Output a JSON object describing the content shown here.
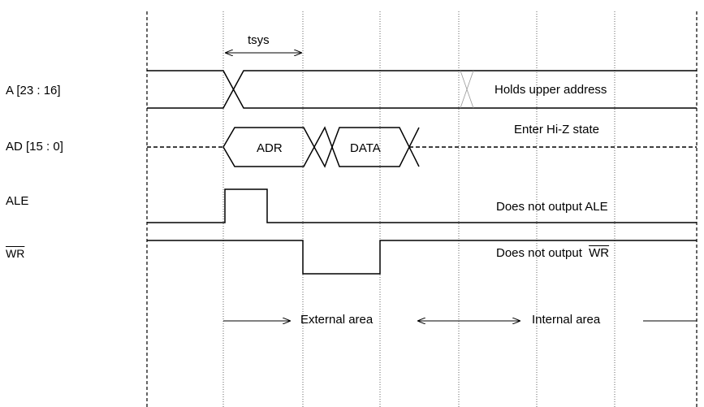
{
  "signals": {
    "a": "A [23 : 16]",
    "ad": "AD [15 : 0]",
    "ale": "ALE",
    "wr": "WR"
  },
  "timing": {
    "tsys": "tsys"
  },
  "bus_labels": {
    "adr": "ADR",
    "data": "DATA"
  },
  "notes": {
    "holds_upper": "Holds upper address",
    "hi_z": "Enter Hi-Z state",
    "no_ale": "Does not output ALE",
    "no_wr_prefix": "Does not output",
    "no_wr_signal": "WR"
  },
  "areas": {
    "external": "External area",
    "internal": "Internal area"
  }
}
